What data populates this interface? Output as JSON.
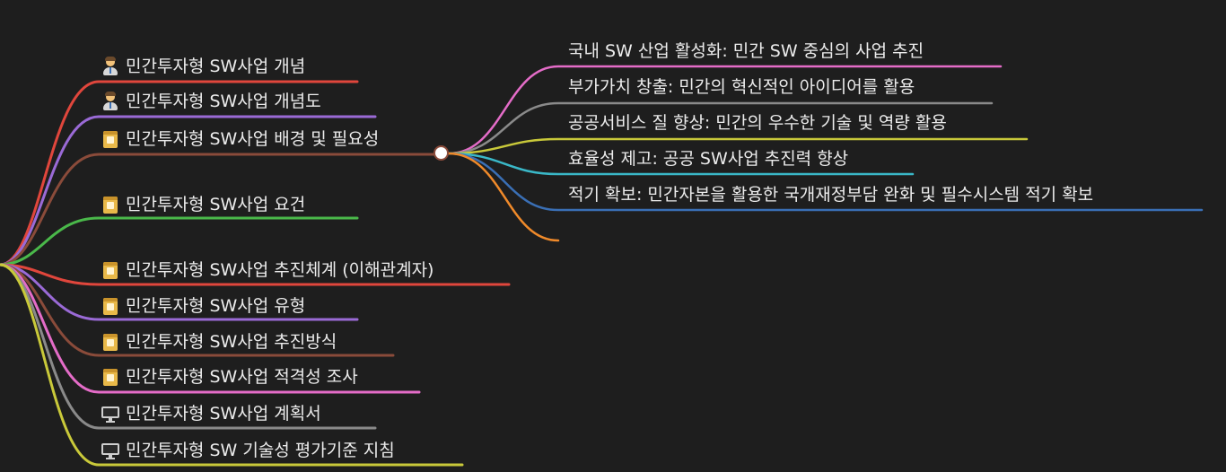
{
  "map": {
    "left_nodes": [
      {
        "icon": "person-icon",
        "label": "민간투자형 SW사업 개념",
        "color": "#e0463c"
      },
      {
        "icon": "person-icon",
        "label": "민간투자형 SW사업 개념도",
        "color": "#9a6ad6"
      },
      {
        "icon": "folder-icon",
        "label": "민간투자형 SW사업 배경 및 필요성",
        "color": "#8a4b3a"
      },
      {
        "icon": "folder-icon",
        "label": "민간투자형 SW사업 요건",
        "color": "#4ab84a"
      },
      {
        "icon": "folder-icon",
        "label": "민간투자형 SW사업 추진체계 (이해관계자)",
        "color": "#e0463c"
      },
      {
        "icon": "folder-icon",
        "label": "민간투자형 SW사업 유형",
        "color": "#9a6ad6"
      },
      {
        "icon": "folder-icon",
        "label": "민간투자형 SW사업 추진방식",
        "color": "#8a4b3a"
      },
      {
        "icon": "folder-icon",
        "label": "민간투자형 SW사업 적격성 조사",
        "color": "#e46cc8"
      },
      {
        "icon": "monitor-icon",
        "label": "민간투자형 SW사업 계획서",
        "color": "#8a8a8a"
      },
      {
        "icon": "monitor-icon",
        "label": "민간투자형 SW 기술성 평가기준 지침",
        "color": "#c9c93a"
      }
    ],
    "right_nodes": [
      {
        "label": "국내 SW 산업 활성화: 민간 SW 중심의 사업 추진",
        "color": "#e46cc8"
      },
      {
        "label": "부가가치 창출: 민간의 혁신적인 아이디어를 활용",
        "color": "#8a8a8a"
      },
      {
        "label": "공공서비스 질 향상: 민간의 우수한 기술 및 역량 활용",
        "color": "#c9c93a"
      },
      {
        "label": "효율성 제고: 공공 SW사업 추진력 향상",
        "color": "#3ab8c8"
      },
      {
        "label": "적기 확보: 민간자본을 활용한 국개재정부담 완화 및 필수시스템 적기 확보",
        "color": "#3a6fb5"
      },
      {
        "label": "",
        "color": "#f08a2a"
      }
    ]
  }
}
